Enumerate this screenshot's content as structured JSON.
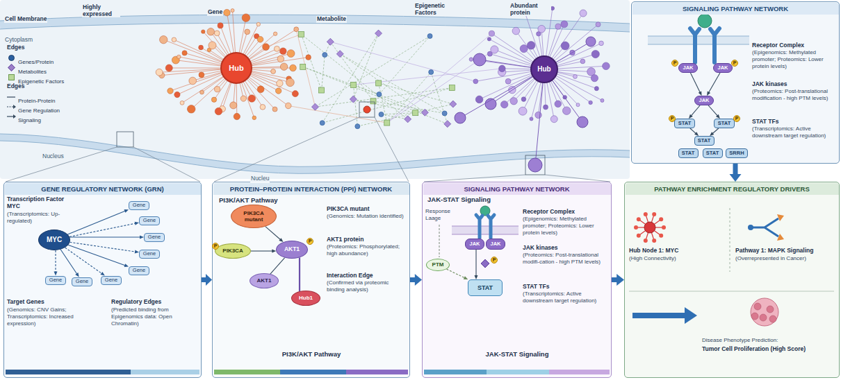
{
  "diagram": {
    "nodes": [
      {
        "text": [
          "Hub"
        ]
      },
      {
        "text": [
          "Hub"
        ]
      },
      {
        "text": [
          "SIGNALING PATHWAY NETWORK"
        ]
      },
      {
        "text": [
          "JAK"
        ],
        "in": 2
      },
      {
        "text": [
          "JAK"
        ],
        "in": 2
      },
      {
        "text": [
          "JAK"
        ],
        "in": 2
      },
      {
        "text": [
          "STAT"
        ],
        "in": 2
      },
      {
        "text": [
          "STAT"
        ],
        "in": 2
      },
      {
        "text": [
          "STAT"
        ],
        "in": 2
      },
      {
        "text": [
          "STAT"
        ],
        "in": 2
      },
      {
        "text": [
          "STAT"
        ],
        "in": 2
      },
      {
        "text": [
          "SRRH"
        ],
        "in": 2
      },
      {
        "text": [
          "GENE REGULATORY NETWORK (GRN)"
        ]
      },
      {
        "text": [
          "MYC"
        ],
        "in": 12
      },
      {
        "text": [
          "Gene"
        ],
        "in": 12
      },
      {
        "text": [
          "Gene"
        ],
        "in": 12
      },
      {
        "text": [
          "Gene"
        ],
        "in": 12
      },
      {
        "text": [
          "Gene"
        ],
        "in": 12
      },
      {
        "text": [
          "Gene"
        ],
        "in": 12
      },
      {
        "text": [
          "Gene"
        ],
        "in": 12
      },
      {
        "text": [
          "Gene"
        ],
        "in": 12
      },
      {
        "text": [
          "Gene"
        ],
        "in": 12
      },
      {
        "text": [
          "PROTEIN–PROTEIN INTERACTION (PPI) NETWORK"
        ]
      },
      {
        "text": [
          "PIK3CA mutant"
        ],
        "in": 22
      },
      {
        "text": [
          "PIK3CA"
        ],
        "in": 22
      },
      {
        "text": [
          "AKT1"
        ],
        "in": 22
      },
      {
        "text": [
          "AKT1"
        ],
        "in": 22
      },
      {
        "text": [
          "Hub1"
        ],
        "in": 22
      },
      {
        "text": [
          "SIGNALING PATHWAY NETWORK"
        ]
      },
      {
        "text": [
          "PTM"
        ],
        "in": 28
      },
      {
        "text": [
          "JAK"
        ],
        "in": 28
      },
      {
        "text": [
          "JAK"
        ],
        "in": 28
      },
      {
        "text": [
          "STAT"
        ],
        "in": 28
      },
      {
        "text": [
          "PATHWAY ENRICHMENT REGULATORY DRIVERS"
        ]
      }
    ],
    "edges": [
      {
        "from": 3,
        "to": 5,
        "arrow": "to"
      },
      {
        "from": 4,
        "to": 5,
        "arrow": "to"
      },
      {
        "from": 5,
        "to": 6,
        "arrow": "to"
      },
      {
        "from": 5,
        "to": 7,
        "arrow": "to"
      },
      {
        "from": 6,
        "to": 8,
        "arrow": "to"
      },
      {
        "from": 7,
        "to": 8,
        "arrow": "to"
      },
      {
        "from": 2,
        "to": 33,
        "arrow": "to"
      },
      {
        "from": 13,
        "to": 14,
        "arrow": "to"
      },
      {
        "from": 13,
        "to": 15,
        "arrow": "to"
      },
      {
        "from": 13,
        "to": 16,
        "arrow": "to"
      },
      {
        "from": 13,
        "to": 17,
        "arrow": "to"
      },
      {
        "from": 13,
        "to": 18,
        "arrow": "to"
      },
      {
        "from": 13,
        "to": 19,
        "arrow": "to"
      },
      {
        "from": 13,
        "to": 20,
        "arrow": "to"
      },
      {
        "from": 13,
        "to": 21,
        "arrow": "to"
      },
      {
        "from": 12,
        "to": 22,
        "arrow": "to"
      },
      {
        "from": 23,
        "to": 25,
        "arrow": "to"
      },
      {
        "from": 24,
        "to": 25,
        "arrow": "to"
      },
      {
        "from": 26,
        "to": 25,
        "arrow": "none"
      },
      {
        "from": 27,
        "to": 25,
        "arrow": "none"
      },
      {
        "from": 22,
        "to": 28,
        "arrow": "to"
      },
      {
        "from": 30,
        "to": 32,
        "arrow": "to"
      },
      {
        "from": 29,
        "to": 32,
        "arrow": "to"
      },
      {
        "from": 28,
        "to": 33,
        "arrow": "to"
      }
    ],
    "labels": [
      "Highly expressed",
      "Gene",
      "Metabolite",
      "Epigenetic Factors",
      "Abundant protein",
      "Cell Membrane",
      "Cytoplasm",
      "Edges",
      "Edges",
      "Nucleus",
      "Nucleu",
      "Receptor Complex",
      "(Epigenomics: Methylated promoter; Proteomics: Lower protein levels)",
      "JAK kinases",
      "(Proteomics: Post-translational modification - high PTM levels)",
      "STAT TFs",
      "(Transcriptomics: Active downstream target regulation)",
      "P",
      "P",
      "P",
      "P",
      "Transcription Factor MYC",
      "(Transcriptomics: Up-regulated)",
      "Target Genes",
      "(Genomics: CNV Gains; Transcriptomics: Increased expression)",
      "Regulatory Edges",
      "(Predicted binding from Epigenomics data: Open Chromatin)",
      "PI3K/AKT Pathway",
      "PIK3CA mutant",
      "(Genomics: Mutation identified)",
      "AKT1 protein",
      "(Proteomics: Phosphorylated; high abundance)",
      "Interaction Edge",
      "(Confirmed via proteomic binding analysis)",
      "P",
      "P",
      "PI3K/AKT Pathway",
      "JAK-STAT Signaling",
      "Response Laage",
      "Receptor Complex",
      "(Epigenomics: Methylated promoter; Proteomics: Lower protein levels)",
      "JAK kinases",
      "(Proteomics: Post-translational modifi-cation - high PTM levels)",
      "STAT TFs",
      "(Transcriptomics: Active downstream target regulation)",
      "P",
      "JAK-STAT Signaling",
      "Hub Node 1: MYC",
      "(High Connectivity)",
      "Pathway 1: MAPK Signaling",
      "(Overrepresented in Cancer)",
      "Disease Phenotype Prediction:",
      "Tumor Cell Proliferation (High Score)"
    ],
    "legend": [
      {
        "text": "Genes/Protein",
        "color": "#2b5fa0"
      },
      {
        "text": "Metabolites",
        "color": "#9b7fc8"
      },
      {
        "text": "Epigenetic Factors",
        "color": "#b9d89a"
      },
      {
        "text": "Protein-Protein"
      },
      {
        "text": "Gene Regulation"
      },
      {
        "text": "Signaling"
      }
    ]
  }
}
